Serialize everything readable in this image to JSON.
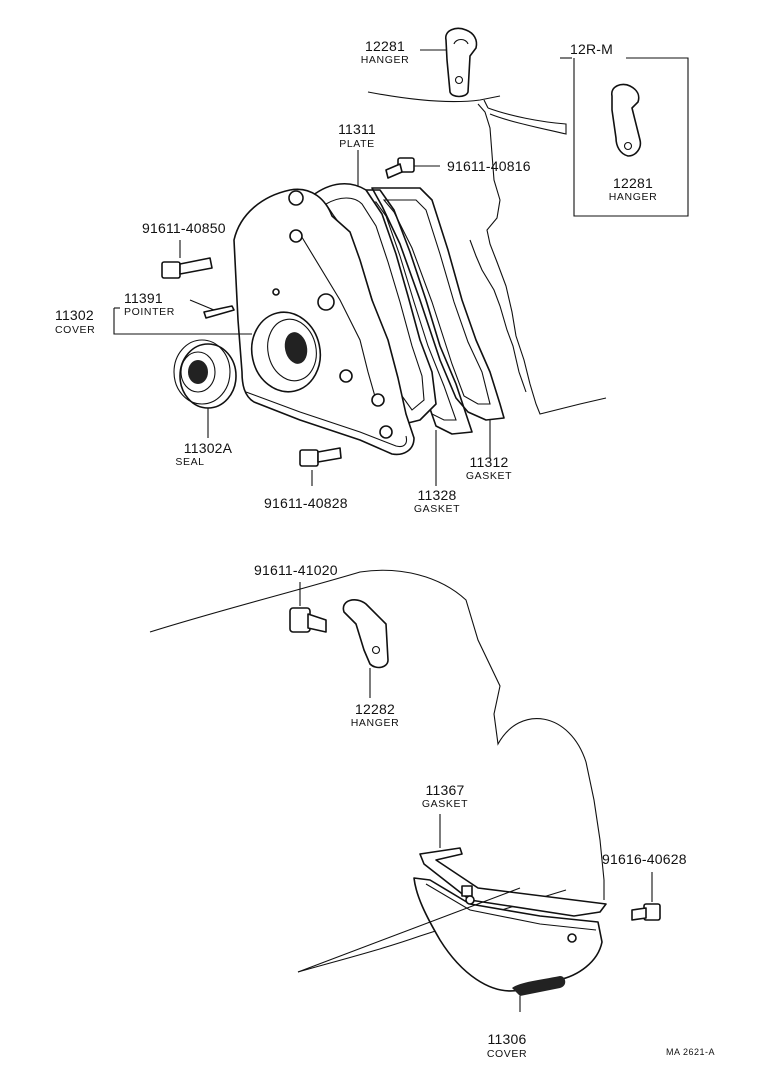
{
  "parts": {
    "hanger_12281_top": {
      "number": "12281",
      "name": "HANGER"
    },
    "variant_box": {
      "title": "12R-M",
      "number": "12281",
      "name": "HANGER"
    },
    "plate_11311": {
      "number": "11311",
      "name": "PLATE"
    },
    "bolt_91611_40816": {
      "number": "91611-40816"
    },
    "bolt_91611_40850": {
      "number": "91611-40850"
    },
    "pointer_11391": {
      "number": "11391",
      "name": "POINTER"
    },
    "cover_11302": {
      "number": "11302",
      "name": "COVER"
    },
    "seal_11302a": {
      "number": "11302A",
      "name": "SEAL"
    },
    "bolt_91611_40828": {
      "number": "91611-40828"
    },
    "gasket_11328": {
      "number": "11328",
      "name": "GASKET"
    },
    "gasket_11312": {
      "number": "11312",
      "name": "GASKET"
    },
    "bolt_91611_41020": {
      "number": "91611-41020"
    },
    "hanger_12282": {
      "number": "12282",
      "name": "HANGER"
    },
    "gasket_11367": {
      "number": "11367",
      "name": "GASKET"
    },
    "bolt_91616_40628": {
      "number": "91616-40628"
    },
    "cover_11306": {
      "number": "11306",
      "name": "COVER"
    }
  },
  "diagram_code": "MA 2621-A"
}
